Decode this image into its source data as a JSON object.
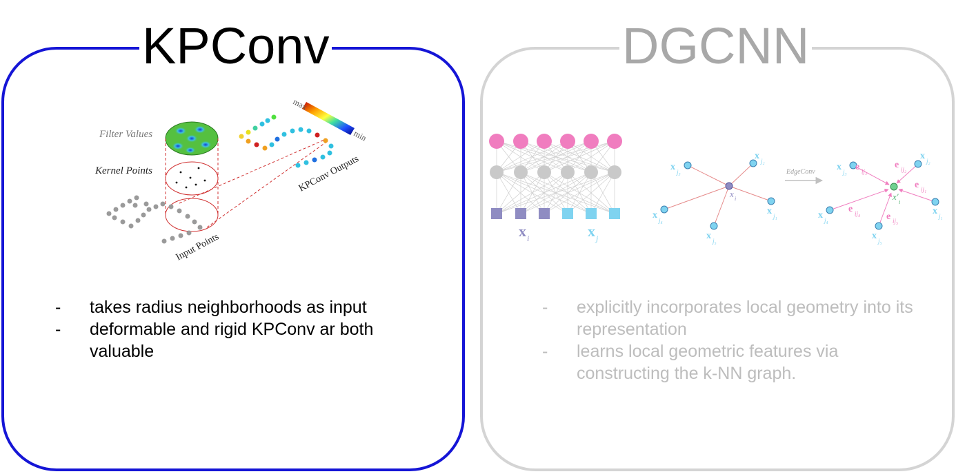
{
  "kpconv": {
    "title": "KPConv",
    "figure": {
      "filter_values": "Filter Values",
      "kernel_points": "Kernel Points",
      "input_points": "Input Points",
      "kpconv_outputs": "KPConv Outputs",
      "scale_max": "max",
      "scale_min": "min"
    },
    "bullets": [
      {
        "dash": "-",
        "text": "takes radius neighborhoods as input"
      },
      {
        "dash": "-",
        "text": "deformable and rigid KPConv ar both valuable"
      }
    ],
    "colors": {
      "border": "#1515d6",
      "text": "#000000"
    }
  },
  "dgcnn": {
    "title": "DGCNN",
    "figure": {
      "net_xi": "x",
      "net_xi_sub": "i",
      "net_xj": "x",
      "net_xj_sub": "j",
      "edgeconv": "EdgeConv",
      "g1": {
        "xj2": "x",
        "xj2_sub": "j₂",
        "xj3": "x",
        "xj3_sub": "j₃",
        "xi": "x",
        "xi_sub": "i",
        "xj1": "x",
        "xj1_sub": "j₁",
        "xj4": "x",
        "xj4_sub": "j₄",
        "xj5": "x",
        "xj5_sub": "j₅"
      },
      "g2": {
        "xj3": "x",
        "xj3_sub": "j₃",
        "xj2": "x",
        "xj2_sub": "j₂",
        "eij3": "e",
        "eij3_sub": "ij₃",
        "eij2": "e",
        "eij2_sub": "ij₂",
        "eij1": "e",
        "eij1_sub": "ij₁",
        "xi_prime": "x′",
        "xi_prime_sub": "i",
        "eij4": "e",
        "eij4_sub": "ij₄",
        "eij5": "e",
        "eij5_sub": "ij₅",
        "xj4": "x",
        "xj4_sub": "j₄",
        "xj1": "x",
        "xj1_sub": "j₁",
        "xj5": "x",
        "xj5_sub": "j₅"
      }
    },
    "bullets": [
      {
        "dash": "-",
        "text": "explicitly incorporates local geometry into its representation"
      },
      {
        "dash": "-",
        "text": "learns local geometric features via constructing the k-NN graph."
      }
    ],
    "colors": {
      "border": "#d4d4d4",
      "text": "#a8a8a8",
      "pink": "#f07dbf",
      "grey_node": "#c9c9c9",
      "purple": "#8f8cc2",
      "cyan": "#7fd3f0",
      "edge": "#e58a8a"
    }
  }
}
